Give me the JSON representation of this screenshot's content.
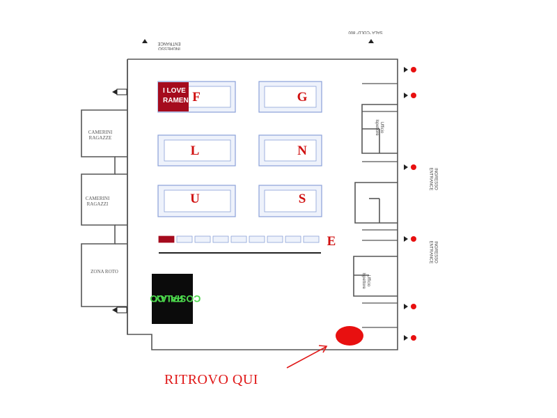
{
  "map": {
    "entrances": {
      "top": "INGRESSO ENTRANCE",
      "right_upper": "INGRESSO ENTRANCE",
      "right_lower": "INGRESSO ENTRANCE",
      "top_right": "SALA \"COLD\" 800"
    },
    "rooms": {
      "girls_changing": "CAMERINI RAGAZZE",
      "boys_changing": "CAMERINI RAGAZZI",
      "roto_zone": "ZONA ROTO",
      "office_top": "Ufficio Ispettore",
      "office_bottom": "Ufficio Ispettore"
    },
    "blocks": [
      {
        "letter": "F"
      },
      {
        "letter": "G"
      },
      {
        "letter": "L"
      },
      {
        "letter": "N"
      },
      {
        "letter": "U"
      },
      {
        "letter": "S"
      },
      {
        "letter": "E"
      }
    ],
    "banner_line1": "I LOVE",
    "banner_line2": "RAMEN",
    "stage_line1": "PALCO",
    "stage_line2": "COSPLAY",
    "meeting_point": "RITROVO QUI",
    "colors": {
      "walls": "#555555",
      "stands": "#8aa0d8",
      "stand_fill": "#eef2fb",
      "banner": "#a50b1d",
      "stage": "#0b0b0b",
      "stage_text": "#4cd84c",
      "marker": "#e81010",
      "letters": "#d01010"
    }
  }
}
